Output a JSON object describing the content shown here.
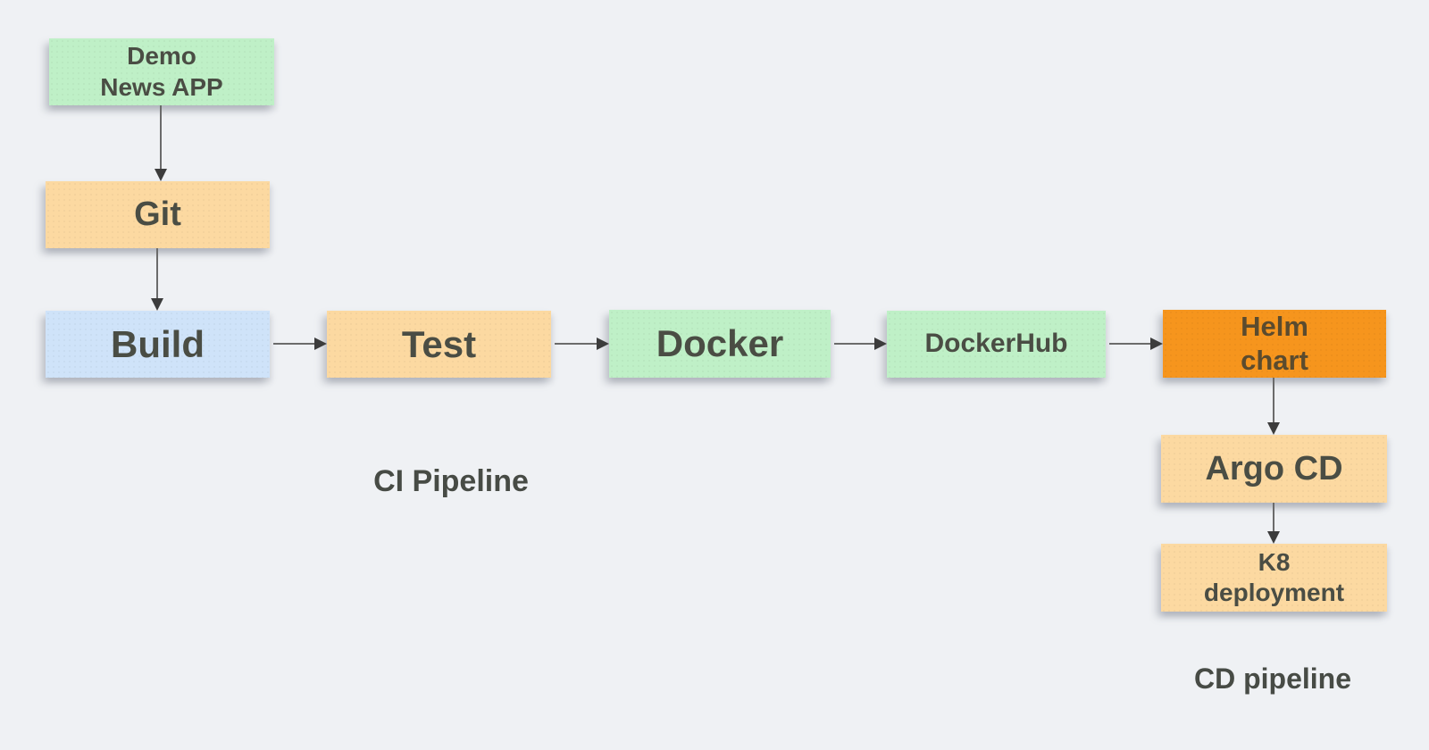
{
  "nodes": {
    "demo_news_app": {
      "label": "Demo\nNews APP",
      "fill": "#bff0c7"
    },
    "git": {
      "label": "Git",
      "fill": "#fcd9a1"
    },
    "build": {
      "label": "Build",
      "fill": "#cfe3f9"
    },
    "test": {
      "label": "Test",
      "fill": "#fcd9a1"
    },
    "docker": {
      "label": "Docker",
      "fill": "#bff0c7"
    },
    "dockerhub": {
      "label": "DockerHub",
      "fill": "#bff0c7"
    },
    "helm_chart": {
      "label": "Helm\nchart",
      "fill": "#f6951d"
    },
    "argo_cd": {
      "label": "Argo CD",
      "fill": "#fcd9a1"
    },
    "k8_deployment": {
      "label": "K8\ndeployment",
      "fill": "#fcd9a1"
    }
  },
  "labels": {
    "ci_pipeline": "CI Pipeline",
    "cd_pipeline": "CD pipeline"
  },
  "edges": [
    {
      "from": "Demo News APP",
      "to": "Git",
      "direction": "down"
    },
    {
      "from": "Git",
      "to": "Build",
      "direction": "down"
    },
    {
      "from": "Build",
      "to": "Test",
      "direction": "right"
    },
    {
      "from": "Test",
      "to": "Docker",
      "direction": "right"
    },
    {
      "from": "Docker",
      "to": "DockerHub",
      "direction": "right"
    },
    {
      "from": "DockerHub",
      "to": "Helm chart",
      "direction": "right"
    },
    {
      "from": "Helm chart",
      "to": "Argo CD",
      "direction": "down"
    },
    {
      "from": "Argo CD",
      "to": "K8 deployment",
      "direction": "down"
    }
  ],
  "colors": {
    "background": "#eff1f4",
    "node_green": "#bff0c7",
    "node_orange_light": "#fcd9a1",
    "node_blue": "#cfe3f9",
    "node_orange_dark": "#f6951d",
    "arrow_line": "#6b6b6b",
    "arrow_head": "#3c3c3c",
    "node_text": "#4a4d44"
  }
}
